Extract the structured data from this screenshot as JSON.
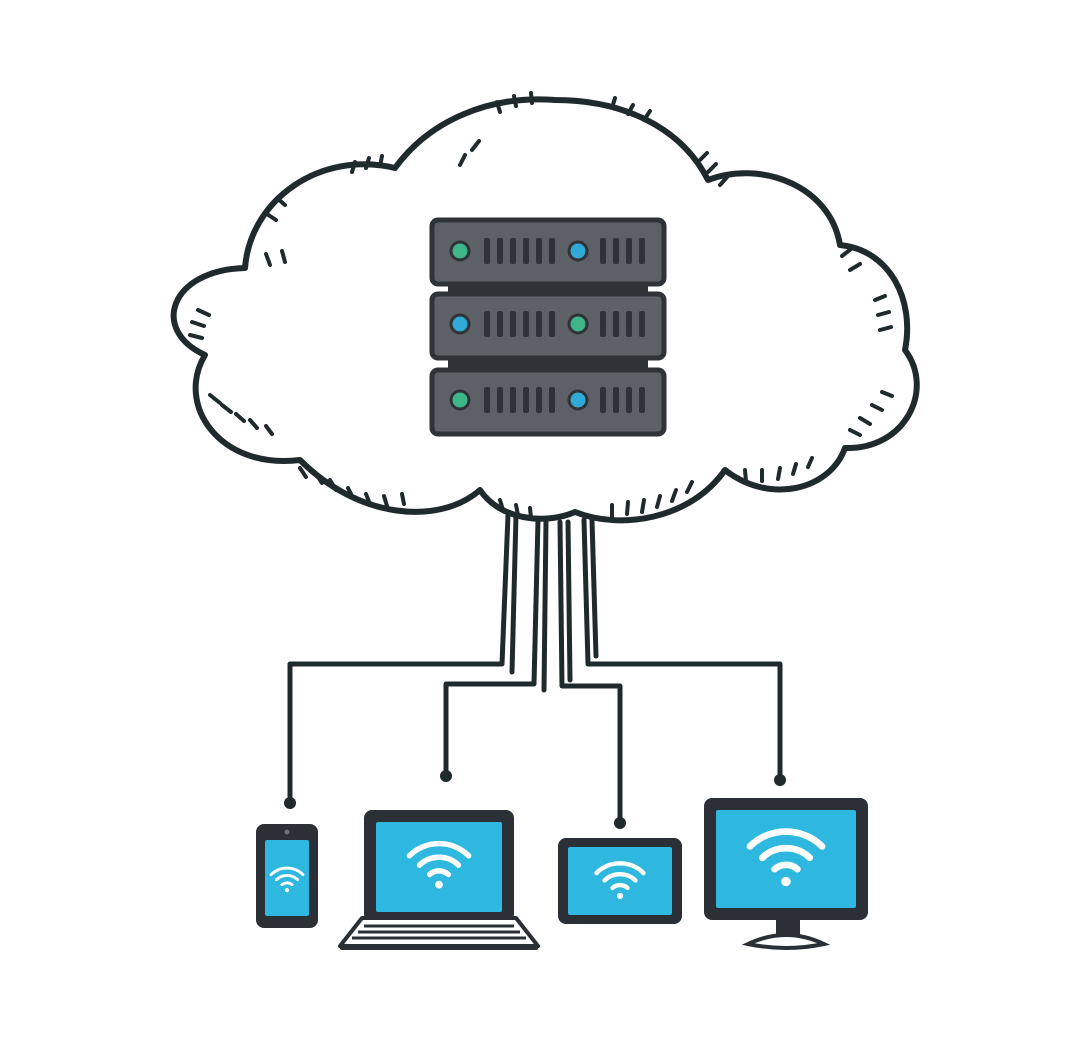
{
  "diagram": {
    "kind": "cloud-network-illustration",
    "colors": {
      "outline": "#1f2a2c",
      "cloud_fill": "#ffffff",
      "server_body": "#5d6066",
      "server_dark": "#2f3237",
      "led_green": "#3fb58a",
      "led_blue": "#31a9d6",
      "screen": "#2fb8df",
      "device_frame": "#2a3036",
      "wifi": "#ffffff"
    },
    "nodes": [
      {
        "id": "cloud",
        "icon": "cloud-icon"
      },
      {
        "id": "server-rack",
        "icon": "server-rack-icon",
        "units": 3
      },
      {
        "id": "smartphone",
        "icon": "smartphone-icon"
      },
      {
        "id": "laptop",
        "icon": "laptop-icon"
      },
      {
        "id": "tablet",
        "icon": "tablet-icon"
      },
      {
        "id": "desktop-monitor",
        "icon": "monitor-icon"
      }
    ],
    "connections": [
      {
        "from": "cloud",
        "to": "smartphone"
      },
      {
        "from": "cloud",
        "to": "laptop"
      },
      {
        "from": "cloud",
        "to": "tablet"
      },
      {
        "from": "cloud",
        "to": "desktop-monitor"
      }
    ]
  }
}
